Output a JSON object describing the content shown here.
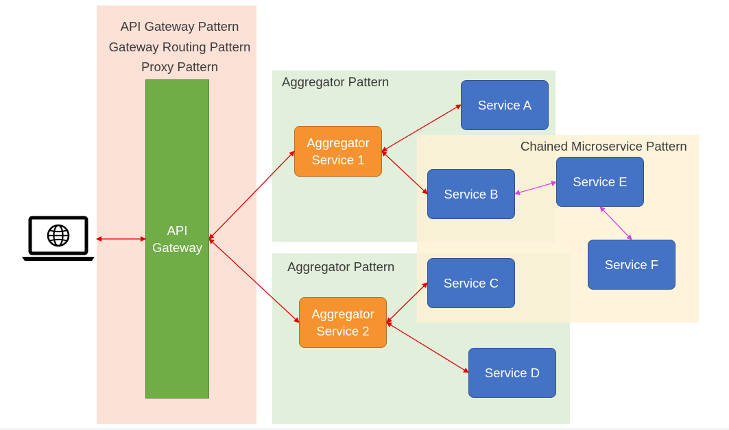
{
  "gateway": {
    "patterns": [
      "API Gateway Pattern",
      "Gateway Routing Pattern",
      "Proxy Pattern"
    ],
    "bar_label": "API Gateway"
  },
  "aggregator_top": {
    "pattern_label": "Aggregator Pattern",
    "aggregator": "Aggregator Service 1",
    "services": [
      "Service A",
      "Service B"
    ]
  },
  "aggregator_bottom": {
    "pattern_label": "Aggregator Pattern",
    "aggregator": "Aggregator Service 2",
    "services": [
      "Service C",
      "Service D"
    ]
  },
  "chained": {
    "pattern_label": "Chained Microservice Pattern",
    "services": [
      "Service E",
      "Service F"
    ]
  },
  "colors": {
    "gateway_region": "#fce1d6",
    "aggregator_region": "#e2efdb",
    "chained_region": "#fef2d4",
    "gateway_bar": "#70ad47",
    "aggregator_box": "#f59331",
    "service_box": "#4472c4",
    "request_arrow": "#e00000",
    "chain_arrow": "#d943d9"
  },
  "icons": {
    "client": "laptop-globe-icon"
  }
}
